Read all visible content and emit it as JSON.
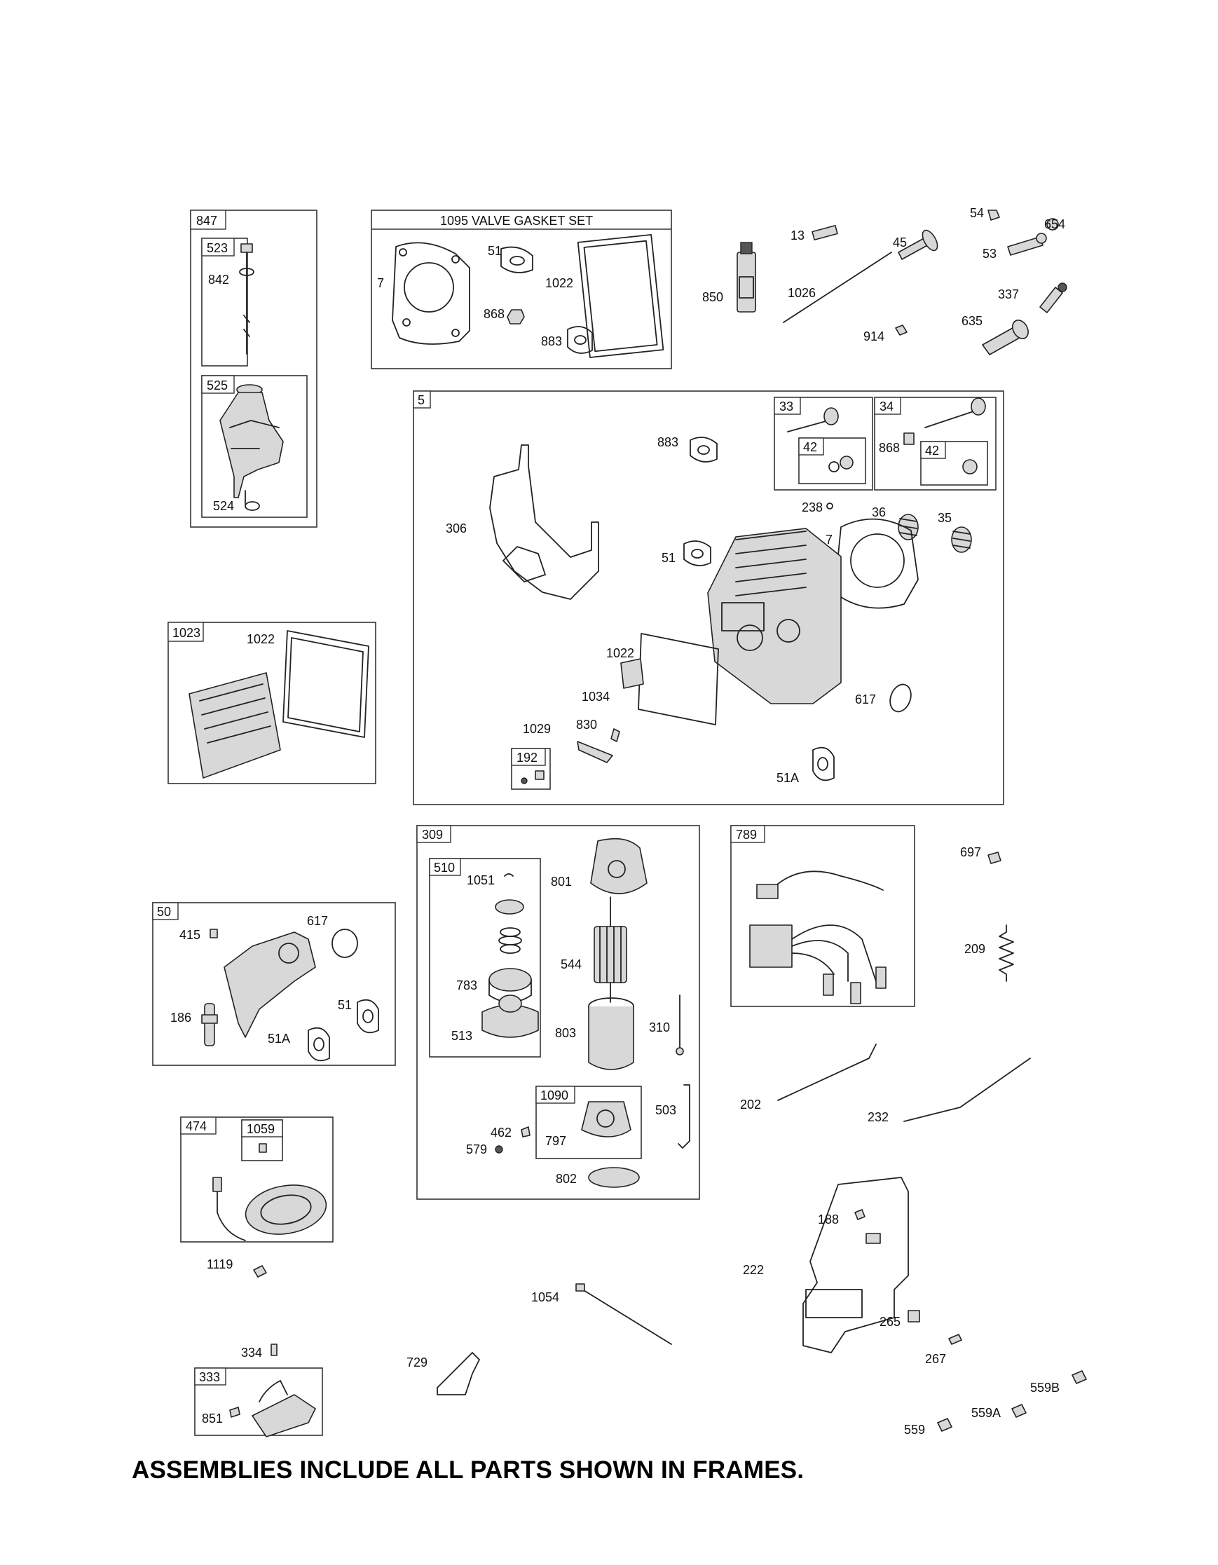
{
  "footer_note": "ASSEMBLIES INCLUDE ALL PARTS SHOWN IN FRAMES.",
  "frames": {
    "f847": "847",
    "f523": "523",
    "f525": "525",
    "valve_gasket_set": "1095 VALVE GASKET SET",
    "f5": "5",
    "f33": "33",
    "f42a": "42",
    "f34": "34",
    "f42b": "42",
    "f1023": "1023",
    "f192": "192",
    "f309": "309",
    "f510": "510",
    "f1090": "1090",
    "f789": "789",
    "f50": "50",
    "f474": "474",
    "f1059": "1059",
    "f333": "333"
  },
  "labels": {
    "l842": "842",
    "l524": "524",
    "l7a": "7",
    "l51a": "51",
    "l1022a": "1022",
    "l868a": "868",
    "l883a": "883",
    "l850": "850",
    "l13": "13",
    "l1026": "1026",
    "l45": "45",
    "l914": "914",
    "l54": "54",
    "l654": "654",
    "l53": "53",
    "l337": "337",
    "l635": "635",
    "l883b": "883",
    "l868b": "868",
    "l306": "306",
    "l238": "238",
    "l36": "36",
    "l35": "35",
    "l7b": "7",
    "l51b": "51",
    "l1022b": "1022",
    "l1034": "1034",
    "l1029": "1029",
    "l830": "830",
    "l617a": "617",
    "l51Ab": "51A",
    "l1022c": "1022",
    "l1051": "1051",
    "l801": "801",
    "l544": "544",
    "l783": "783",
    "l513": "513",
    "l803": "803",
    "l310": "310",
    "l462": "462",
    "l579": "579",
    "l797": "797",
    "l503": "503",
    "l802": "802",
    "l697": "697",
    "l209": "209",
    "l202": "202",
    "l232": "232",
    "l415": "415",
    "l617b": "617",
    "l186": "186",
    "l51c": "51",
    "l51Ac": "51A",
    "l1119": "1119",
    "l1054": "1054",
    "l188": "188",
    "l222": "222",
    "l265": "265",
    "l267": "267",
    "l334": "334",
    "l851": "851",
    "l729": "729",
    "l559B": "559B",
    "l559A": "559A",
    "l559": "559"
  }
}
